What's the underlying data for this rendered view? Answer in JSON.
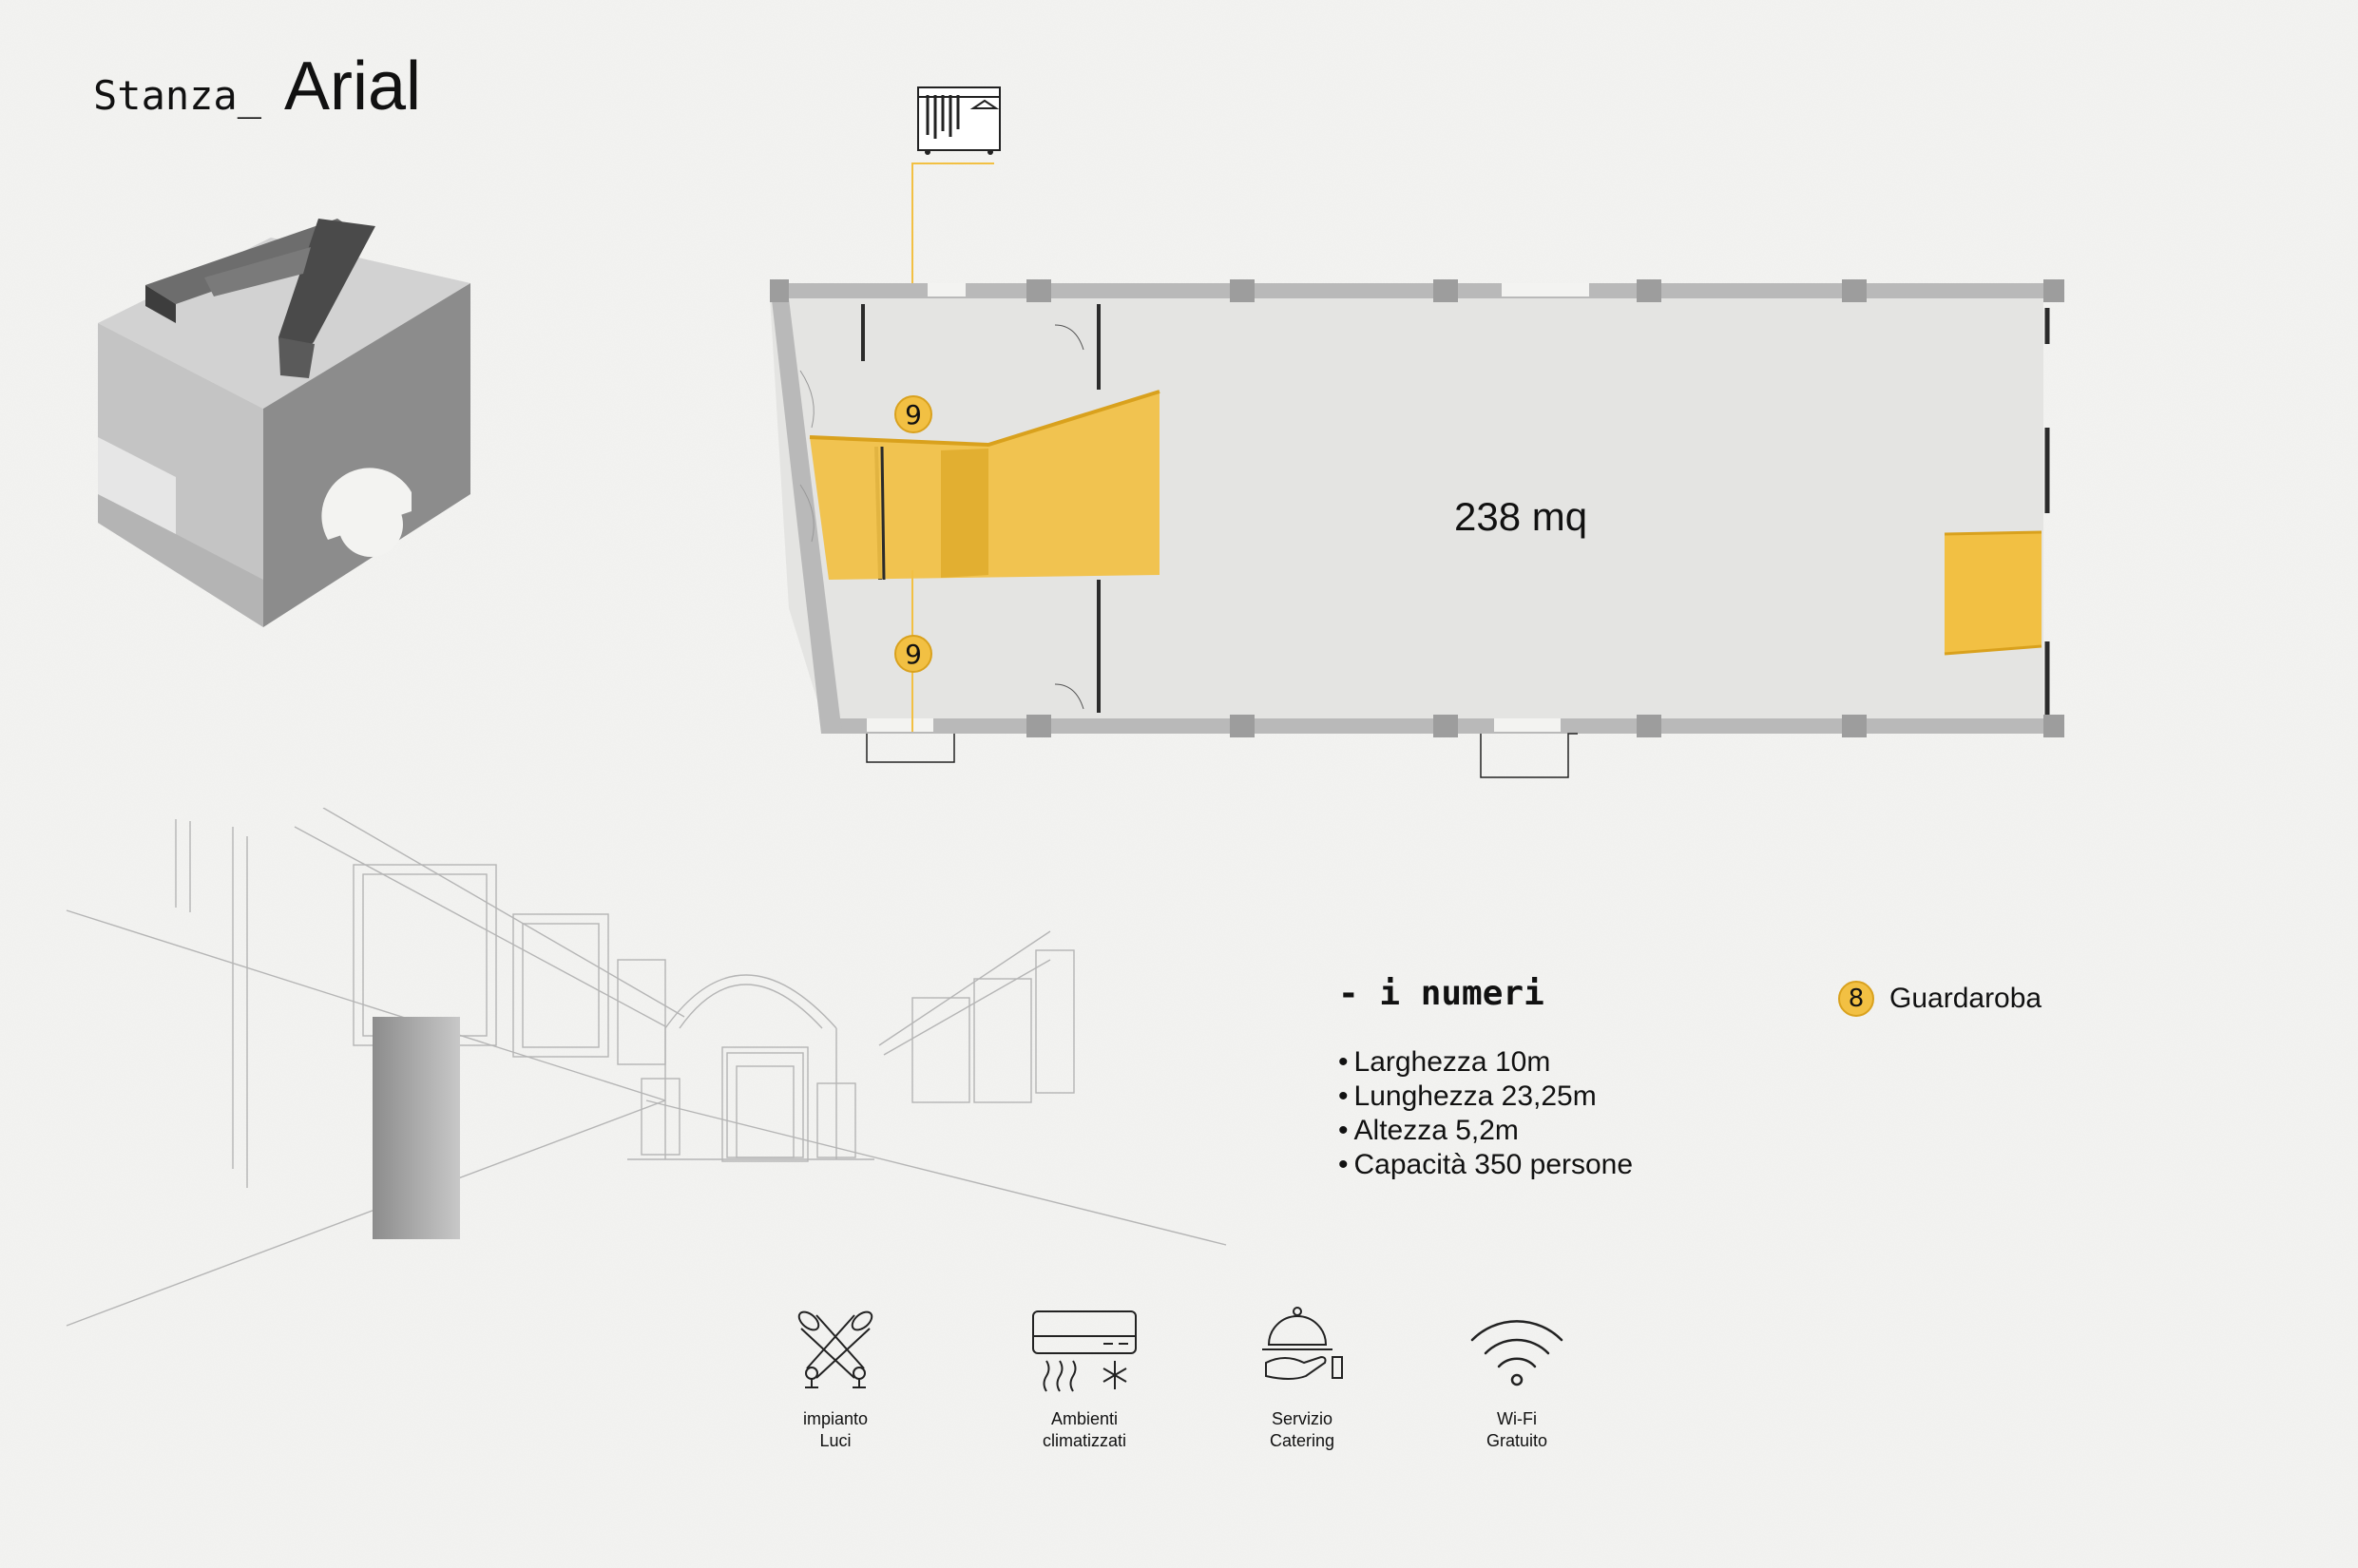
{
  "title": {
    "prefix": "Stanza_",
    "name": "Arial"
  },
  "floorplan": {
    "area": "238 mq",
    "pin_labels": [
      "9",
      "9"
    ]
  },
  "numbers": {
    "heading": "- i numeri",
    "items": [
      "Larghezza 10m",
      "Lunghezza 23,25m",
      "Altezza 5,2m",
      "Capacità 350 persone"
    ]
  },
  "legend": {
    "number": "8",
    "label": "Guardaroba"
  },
  "amenities": [
    {
      "icon": "spotlights-icon",
      "line1": "impianto",
      "line2": "Luci"
    },
    {
      "icon": "air-conditioner-icon",
      "line1": "Ambienti",
      "line2": "climatizzati"
    },
    {
      "icon": "catering-cloche-icon",
      "line1": "Servizio",
      "line2": "Catering"
    },
    {
      "icon": "wifi-icon",
      "line1": "Wi-Fi",
      "line2": "Gratuito"
    }
  ],
  "colors": {
    "accent_yellow": "#f2c043",
    "wall_gray": "#b9b9b9",
    "floor_gray": "#e4e4e2",
    "paper": "#f3f3f1"
  }
}
